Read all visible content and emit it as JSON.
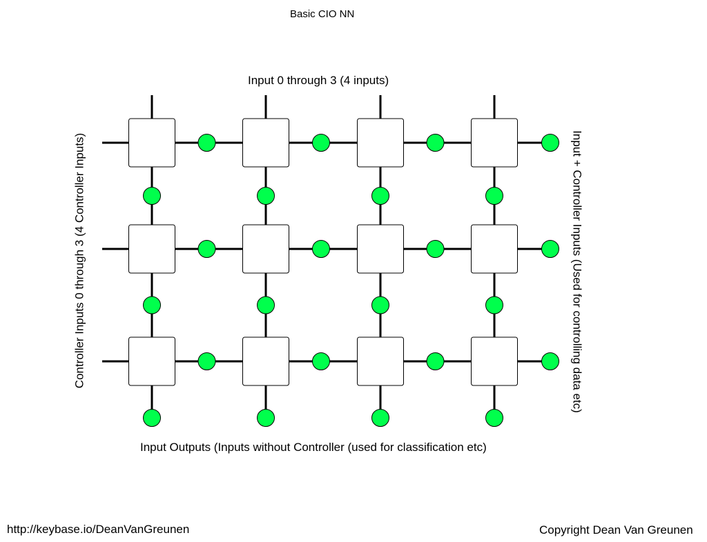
{
  "title": "Basic CIO NN",
  "labels": {
    "top": "Input 0 through 3 (4 inputs)",
    "left": "Controller Inputs 0 through 3 (4 Controller Inputs)",
    "right": "Input + Controller Inputs (Used for controlling data etc)",
    "bottom": "Input Outputs (Inputs without Controller (used for classification etc)"
  },
  "footer": {
    "left": "http://keybase.io/DeanVanGreunen",
    "right": "Copyright Dean Van Greunen"
  },
  "grid": {
    "rows": 3,
    "columns": 4
  },
  "colors": {
    "node_fill": "#00ff4c",
    "cell_fill": "#ffffff",
    "line": "#000000",
    "text": "#000000"
  }
}
